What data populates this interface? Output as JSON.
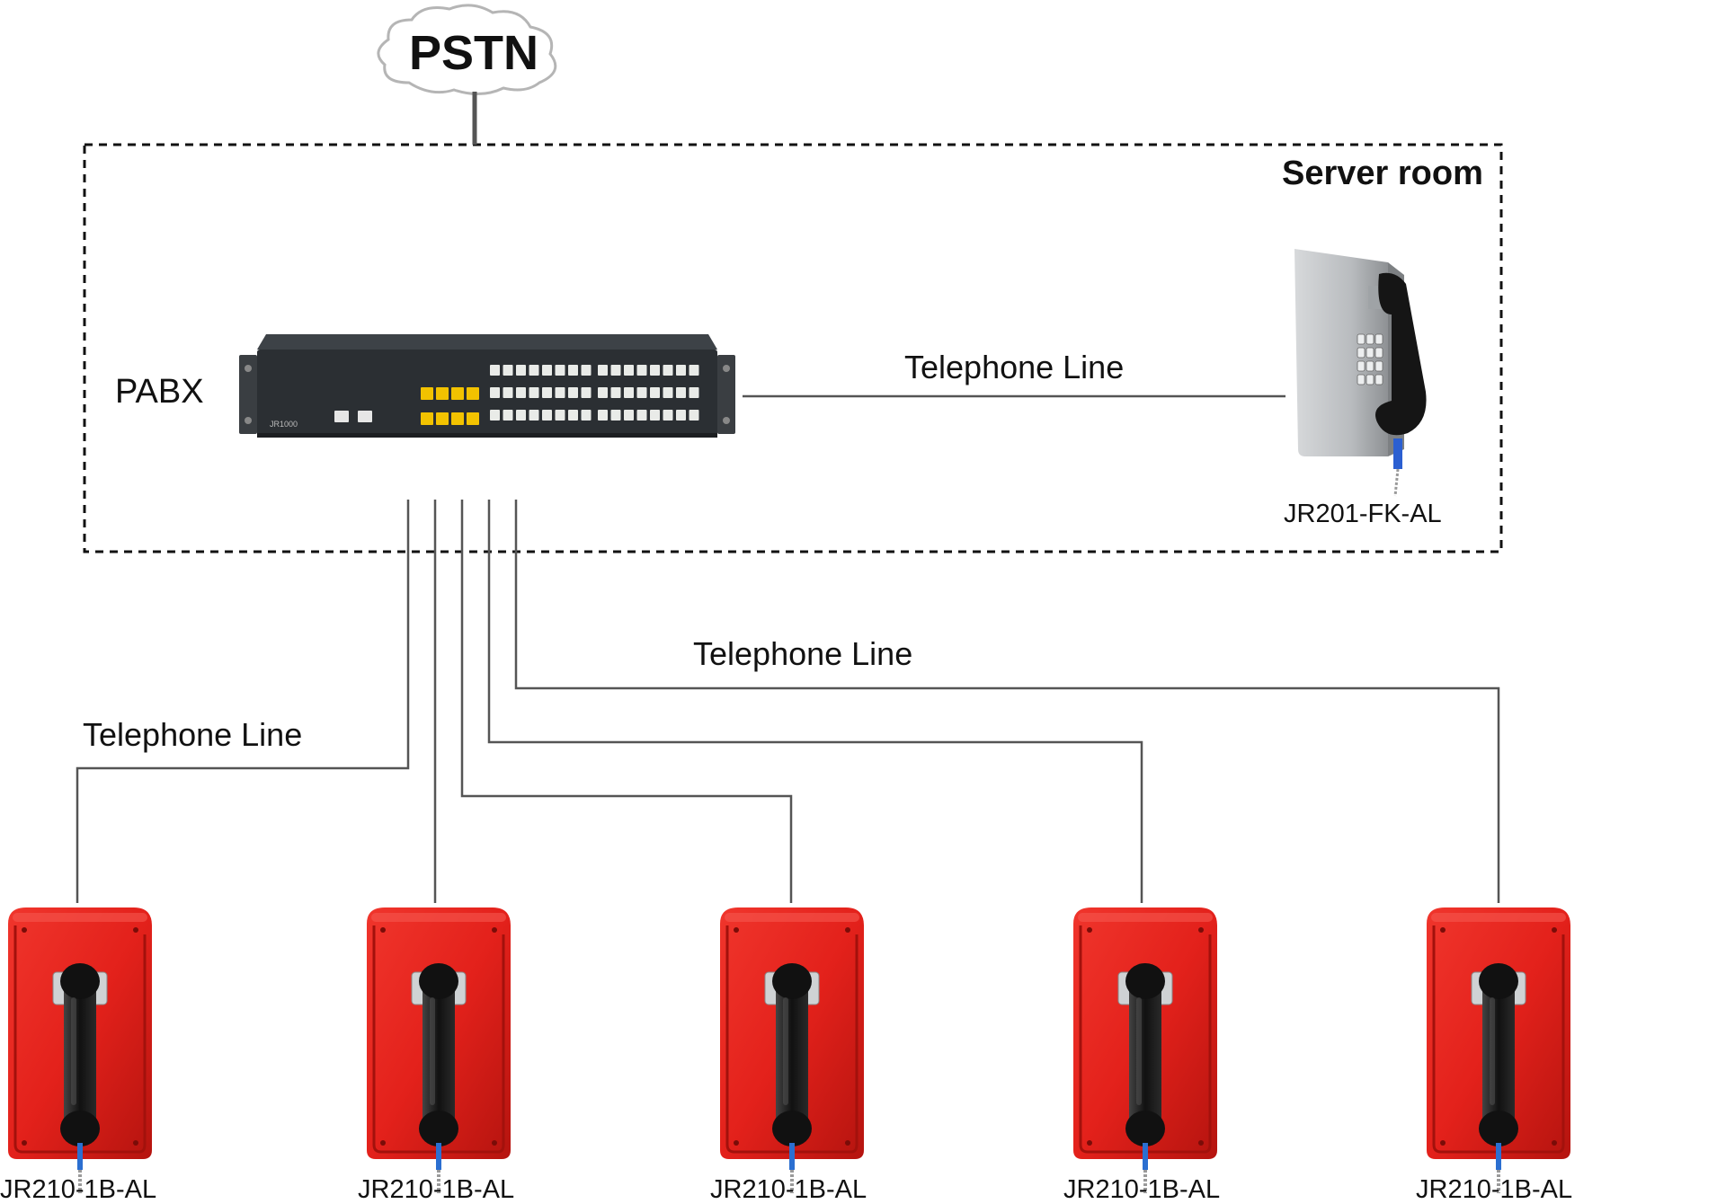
{
  "network": {
    "cloud_label": "PSTN",
    "room_title": "Server room",
    "pabx_label": "PABX",
    "pabx_model_marking": "JR1000"
  },
  "connections": {
    "top_line_label": "Telephone Line",
    "middle_line_label": "Telephone Line",
    "left_line_label": "Telephone Line"
  },
  "devices": {
    "server_phone_model": "JR201-FK-AL",
    "field_phones": [
      {
        "model": "JR210-1B-AL"
      },
      {
        "model": "JR210-1B-AL"
      },
      {
        "model": "JR210-1B-AL"
      },
      {
        "model": "JR210-1B-AL"
      },
      {
        "model": "JR210-1B-AL"
      }
    ]
  },
  "colors": {
    "line": "#555555",
    "phone_red": "#e3211b",
    "handset": "#1a1a1a",
    "pabx_body": "#2b2f33",
    "port_yellow": "#f2c200",
    "server_phone_gray": "#b9bcbf"
  }
}
